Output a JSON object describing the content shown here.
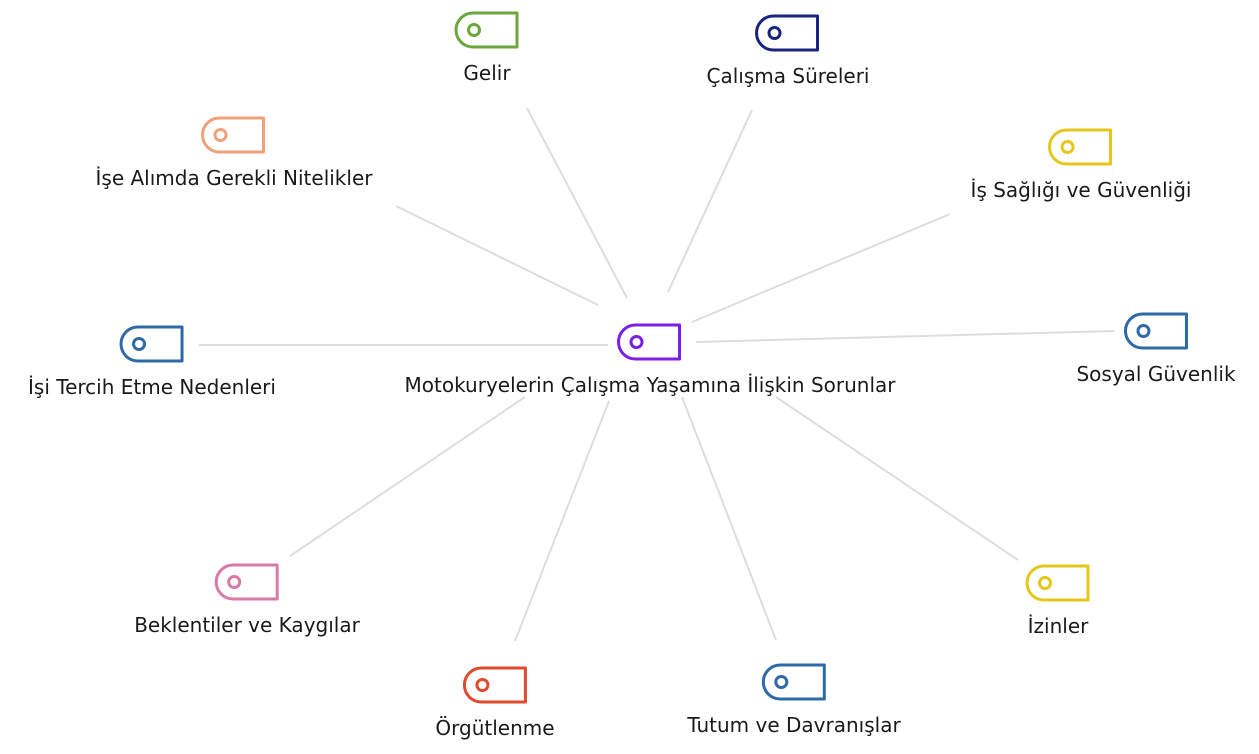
{
  "diagram": {
    "center": {
      "label": "Motokuryelerin Çalışma Yaşamına İlişkin Sorunlar",
      "icon": "tag-icon",
      "color": "#7b1fe6"
    },
    "nodes": [
      {
        "id": "gelir",
        "label": "Gelir",
        "icon": "tag-icon",
        "color": "#6aa83c"
      },
      {
        "id": "calisma-sureleri",
        "label": "Çalışma Süreleri",
        "icon": "tag-icon",
        "color": "#1a237e"
      },
      {
        "id": "is-sagligi",
        "label": "İş Sağlığı ve Güvenliği",
        "icon": "tag-icon",
        "color": "#e6c619"
      },
      {
        "id": "sosyal-guvenlik",
        "label": "Sosyal Güvenlik",
        "icon": "tag-icon",
        "color": "#2e6aa8"
      },
      {
        "id": "izinler",
        "label": "İzinler",
        "icon": "tag-icon",
        "color": "#e6c619"
      },
      {
        "id": "tutum",
        "label": "Tutum ve Davranışlar",
        "icon": "tag-icon",
        "color": "#2e6aa8"
      },
      {
        "id": "orgutlenme",
        "label": "Örgütlenme",
        "icon": "tag-icon",
        "color": "#e04a2e"
      },
      {
        "id": "beklentiler",
        "label": "Beklentiler ve Kaygılar",
        "icon": "tag-icon",
        "color": "#d97aa6"
      },
      {
        "id": "tercih",
        "label": "İşi Tercih Etme Nedenleri",
        "icon": "tag-icon",
        "color": "#2e6aa8"
      },
      {
        "id": "ise-alim",
        "label": "İşe Alımda Gerekli Nitelikler",
        "icon": "tag-icon",
        "color": "#f0a07a"
      }
    ],
    "edge_color": "#dddddd"
  }
}
